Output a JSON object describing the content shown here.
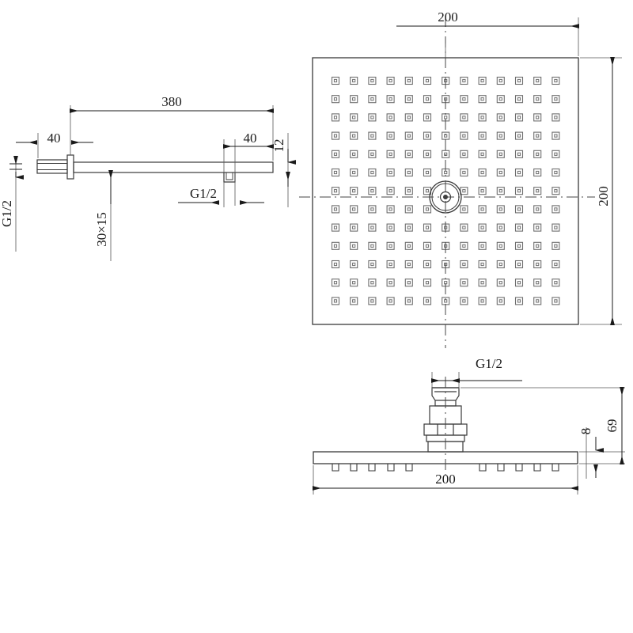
{
  "drawing": {
    "title": "Shower head and wall arm technical drawing",
    "units": "mm",
    "line_color": "#3a3a3a",
    "dim_color": "#1a1a1a",
    "hole_color": "#6b6b6b",
    "background": "#ffffff"
  },
  "views": {
    "arm": {
      "name": "shower-arm-side-view",
      "dimensions": {
        "overall_length": "380",
        "flange_length": "40",
        "outlet_offset": "40",
        "arm_thickness": "12",
        "profile": "30×15",
        "inlet_thread": "G1/2",
        "outlet_thread": "G1/2"
      }
    },
    "head_plan": {
      "name": "shower-head-plan-view",
      "dimensions": {
        "width": "200",
        "height": "200"
      },
      "grid": {
        "columns": 13,
        "rows": 13
      }
    },
    "head_side": {
      "name": "shower-head-side-view",
      "dimensions": {
        "width": "200",
        "total_height": "69",
        "plate_thickness": "8",
        "connector_thread": "G1/2"
      }
    }
  },
  "labels": {
    "arm_380": "380",
    "arm_40_left": "40",
    "arm_40_right": "40",
    "arm_12": "12",
    "arm_30x15": "30×15",
    "arm_g12_inlet": "G1/2",
    "arm_g12_outlet": "G1/2",
    "plan_200_top": "200",
    "plan_200_right": "200",
    "side_g12": "G1/2",
    "side_69": "69",
    "side_8": "8",
    "side_200": "200"
  }
}
